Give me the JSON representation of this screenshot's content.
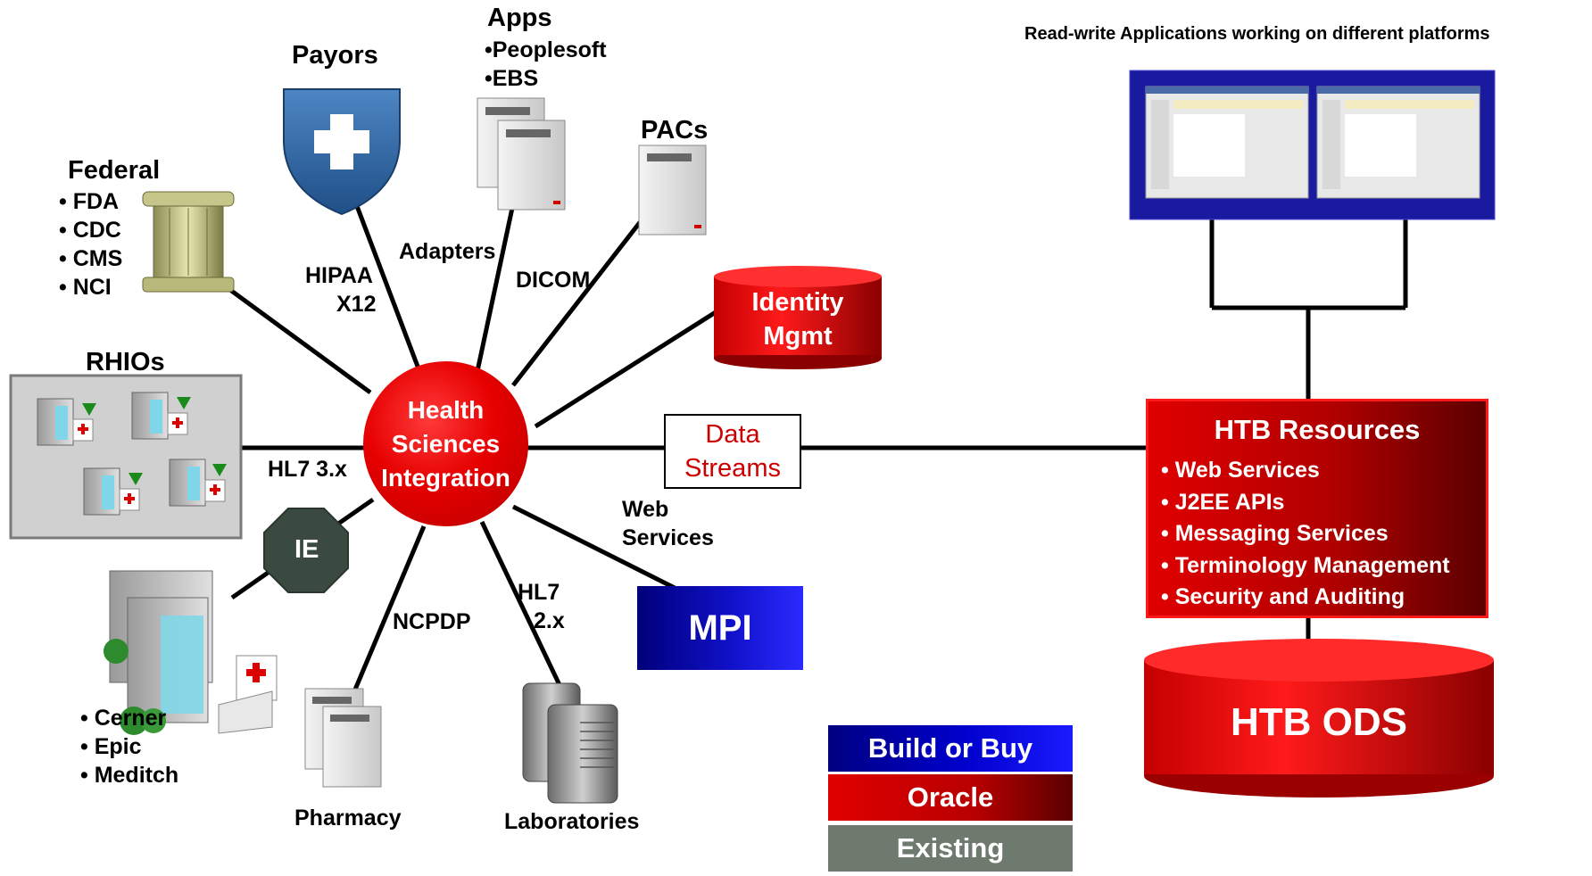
{
  "title_right": "Read-write Applications working on different platforms",
  "hub": {
    "line1": "Health",
    "line2": "Sciences",
    "line3": "Integration"
  },
  "nodes": {
    "payors": "Payors",
    "apps": {
      "title": "Apps",
      "items": [
        "•Peoplesoft",
        "•EBS"
      ]
    },
    "pacs": "PACs",
    "federal": {
      "title": "Federal",
      "items": [
        "• FDA",
        "• CDC",
        "• CMS",
        "• NCI"
      ]
    },
    "rhios": "RHIOs",
    "identity": {
      "line1": "Identity",
      "line2": "Mgmt"
    },
    "ie": "IE",
    "hospital_items": [
      "• Cerner",
      "• Epic",
      "• Meditch"
    ],
    "pharmacy": "Pharmacy",
    "laboratories": "Laboratories",
    "mpi": "MPI"
  },
  "connectors": {
    "hipaa": {
      "line1": "HIPAA",
      "line2": "X12"
    },
    "adapters": "Adapters",
    "dicom": "DICOM",
    "hl7_3x": "HL7 3.x",
    "web_services": {
      "line1": "Web",
      "line2": "Services"
    },
    "hl7_2x": {
      "line1": "HL7",
      "line2": "2.x"
    },
    "ncpdp": "NCPDP",
    "data_streams": {
      "line1": "Data",
      "line2": "Streams"
    }
  },
  "htb_resources": {
    "title": "HTB Resources",
    "items": [
      "• Web Services",
      "• J2EE APIs",
      "• Messaging Services",
      "• Terminology Management",
      "• Security and Auditing"
    ]
  },
  "htb_ods": "HTB ODS",
  "legend": [
    {
      "label": "Build or Buy",
      "color": "#0000cc"
    },
    {
      "label": "Oracle",
      "color": "#e00000"
    },
    {
      "label": "Existing",
      "color": "#6e7a6e"
    }
  ]
}
